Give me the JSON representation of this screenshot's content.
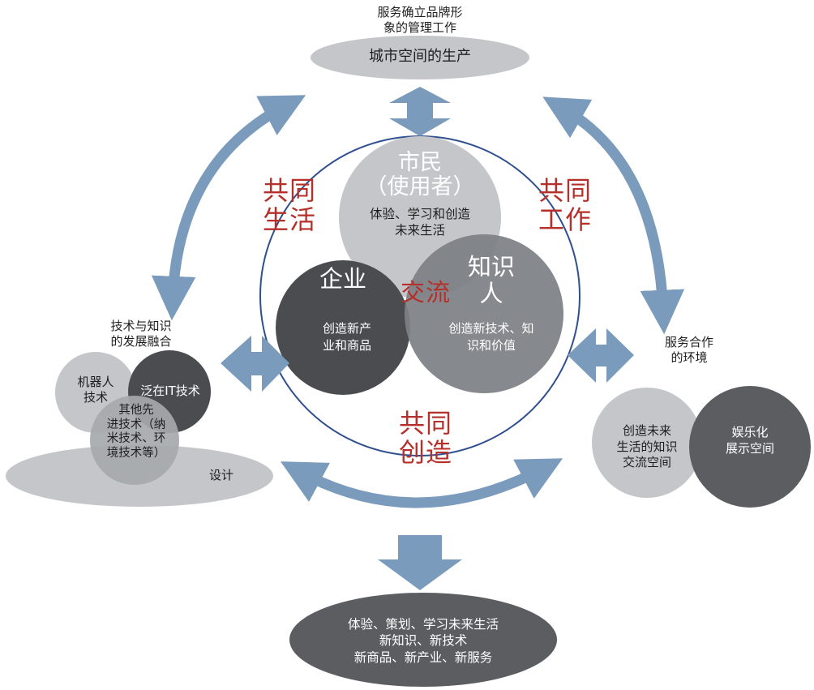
{
  "top": {
    "caption": "服务确立品牌形\n象的管理工作",
    "ellipse_label": "城市空间的生产"
  },
  "center": {
    "citizen_title": "市民\n（使用者）",
    "citizen_desc": "体验、学习和创造\n未来生活",
    "enterprise_title": "企业",
    "enterprise_desc": "创造新产\n业和商品",
    "knowledge_title": "知识\n人",
    "knowledge_desc": "创造新技术、知\n识和价值",
    "exchange": "交流"
  },
  "relations": {
    "live_together": "共同\n生活",
    "work_together": "共同\n工作",
    "create_together": "共同\n创造"
  },
  "left": {
    "caption": "技术与知识\n的发展融合",
    "robot": "机器人\n技术",
    "ubiquitous_it": "泛在IT技术",
    "other_tech": "其他先\n进技术（纳\n米技术、环\n境技术等）",
    "design": "设计"
  },
  "right": {
    "caption": "服务合作\n的环境",
    "exchange_space": "创造未来\n生活的知识\n交流空间",
    "entertainment_space": "娱乐化\n展示空间"
  },
  "bottom": {
    "ellipse_text": "体验、策划、学习未来生活\n新知识、新技术\n新商品、新产业、新服务"
  },
  "colors": {
    "arrow": "#7b9bbd",
    "ring": "#2f4f8f",
    "light_gray": "#c4c6c9",
    "mid_gray": "#a6a9ac",
    "dark_gray": "#5b5d61",
    "darker_gray": "#4a4c50",
    "red_text": "#b5302a"
  }
}
